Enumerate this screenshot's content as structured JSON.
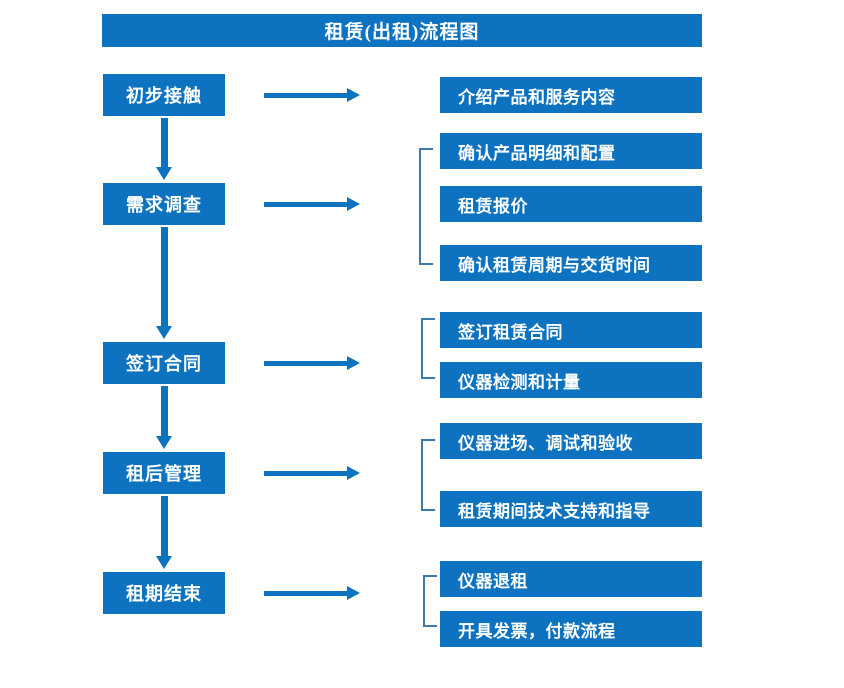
{
  "title": {
    "text": "租赁(出租)流程图"
  },
  "colors": {
    "primary_blue": "#0d72bf",
    "bracket_blue": "#3d7ab0",
    "text_on_blue": "#ffffff",
    "background": "#ffffff"
  },
  "stages": [
    {
      "id": "initial-contact",
      "label": "初步接触"
    },
    {
      "id": "requirement-survey",
      "label": "需求调查"
    },
    {
      "id": "sign-contract",
      "label": "签订合同"
    },
    {
      "id": "post-rental-mgmt",
      "label": "租后管理"
    },
    {
      "id": "lease-end",
      "label": "租期结束"
    }
  ],
  "details": [
    {
      "id": "d1",
      "label": "介绍产品和服务内容"
    },
    {
      "id": "d2",
      "label": "确认产品明细和配置"
    },
    {
      "id": "d3",
      "label": "租赁报价"
    },
    {
      "id": "d4",
      "label": "确认租赁周期与交货时间"
    },
    {
      "id": "d5",
      "label": "签订租赁合同"
    },
    {
      "id": "d6",
      "label": "仪器检测和计量"
    },
    {
      "id": "d7",
      "label": "仪器进场、调试和验收"
    },
    {
      "id": "d8",
      "label": "租赁期间技术支持和指导"
    },
    {
      "id": "d9",
      "label": "仪器退租"
    },
    {
      "id": "d10",
      "label": "开具发票，付款流程"
    }
  ],
  "chart_data": {
    "type": "diagram",
    "title": "租赁(出租)流程图",
    "orientation": "top-to-bottom",
    "nodes": [
      {
        "stage": "初步接触",
        "details": [
          "介绍产品和服务内容"
        ],
        "grouped": false
      },
      {
        "stage": "需求调查",
        "details": [
          "确认产品明细和配置",
          "租赁报价",
          "确认租赁周期与交货时间"
        ],
        "grouped": true
      },
      {
        "stage": "签订合同",
        "details": [
          "签订租赁合同",
          "仪器检测和计量"
        ],
        "grouped": true
      },
      {
        "stage": "租后管理",
        "details": [
          "仪器进场、调试和验收",
          "租赁期间技术支持和指导"
        ],
        "grouped": true
      },
      {
        "stage": "租期结束",
        "details": [
          "仪器退租",
          "开具发票，付款流程"
        ],
        "grouped": true
      }
    ],
    "edges": [
      {
        "from": "初步接触",
        "to": "需求调查",
        "kind": "vertical-arrow"
      },
      {
        "from": "需求调查",
        "to": "签订合同",
        "kind": "vertical-arrow"
      },
      {
        "from": "签订合同",
        "to": "租后管理",
        "kind": "vertical-arrow"
      },
      {
        "from": "租后管理",
        "to": "租期结束",
        "kind": "vertical-arrow"
      },
      {
        "from": "初步接触",
        "to": "介绍产品和服务内容",
        "kind": "horizontal-arrow"
      },
      {
        "from": "需求调查",
        "to": "需求调查明细组",
        "kind": "horizontal-arrow"
      },
      {
        "from": "签订合同",
        "to": "签订合同明细组",
        "kind": "horizontal-arrow"
      },
      {
        "from": "租后管理",
        "to": "租后管理明细组",
        "kind": "horizontal-arrow"
      },
      {
        "from": "租期结束",
        "to": "租期结束明细组",
        "kind": "horizontal-arrow"
      }
    ]
  }
}
